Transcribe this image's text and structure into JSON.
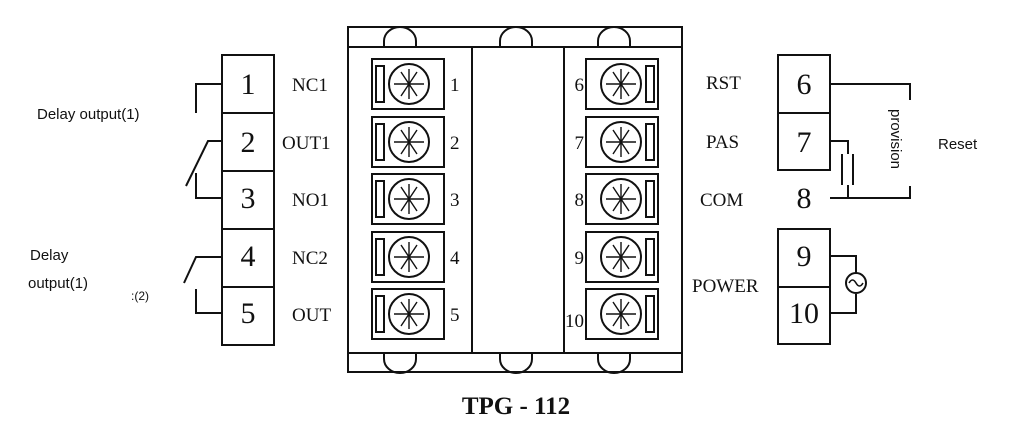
{
  "model": "TPG - 112",
  "left_block": {
    "numbers": [
      "1",
      "2",
      "3",
      "4",
      "5"
    ]
  },
  "right_block": {
    "numbers": [
      "6",
      "7",
      "8",
      "9",
      "10"
    ]
  },
  "center_labels_left": [
    "NC1",
    "OUT1",
    "NO1",
    "NC2",
    "OUT"
  ],
  "center_labels_right": [
    "RST",
    "PAS",
    "COM",
    "POWER"
  ],
  "screw_numbers_left": [
    "1",
    "2",
    "3",
    "4",
    "5"
  ],
  "screw_numbers_right": [
    "6",
    "7",
    "8",
    "9",
    "10"
  ],
  "annotations": {
    "delay_output_1": "Delay output(1)",
    "delay_output_2_line1": "Delay",
    "delay_output_2_line2": "output(1)",
    "note_2": ":(2)",
    "provision": "provision",
    "reset": "Reset"
  },
  "icons": {
    "ac_source": "ac-source-icon",
    "screw": "screw-icon"
  }
}
